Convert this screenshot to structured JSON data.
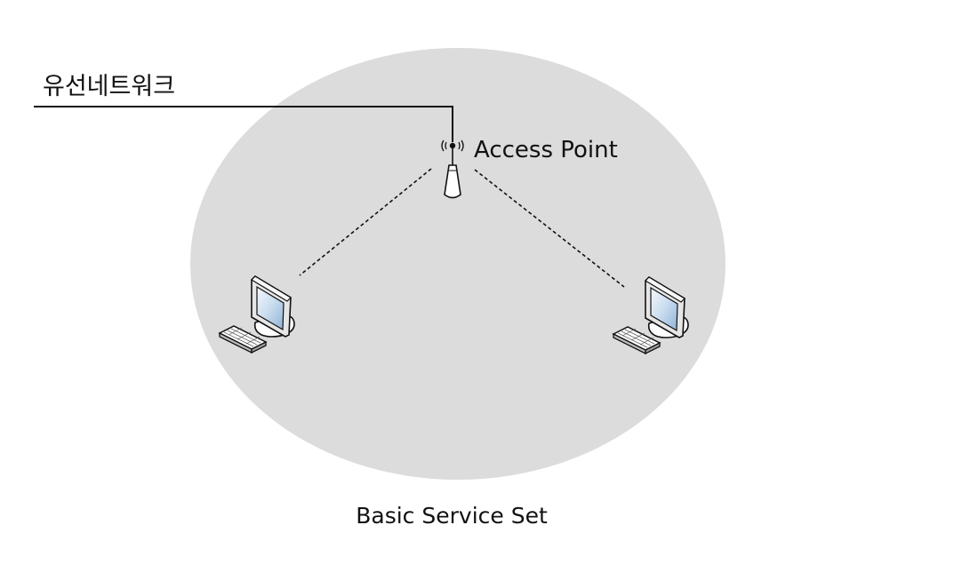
{
  "wired_network_label": "유선네트워크",
  "access_point_label": "Access Point",
  "bss_label": "Basic Service Set",
  "colors": {
    "bss_area": "#dcdcdc",
    "line": "#111111",
    "monitor_screen": "#c9dcef"
  },
  "icons": {
    "access_point": "antenna-icon",
    "stations": [
      "desktop-computer-icon",
      "desktop-computer-icon"
    ]
  }
}
